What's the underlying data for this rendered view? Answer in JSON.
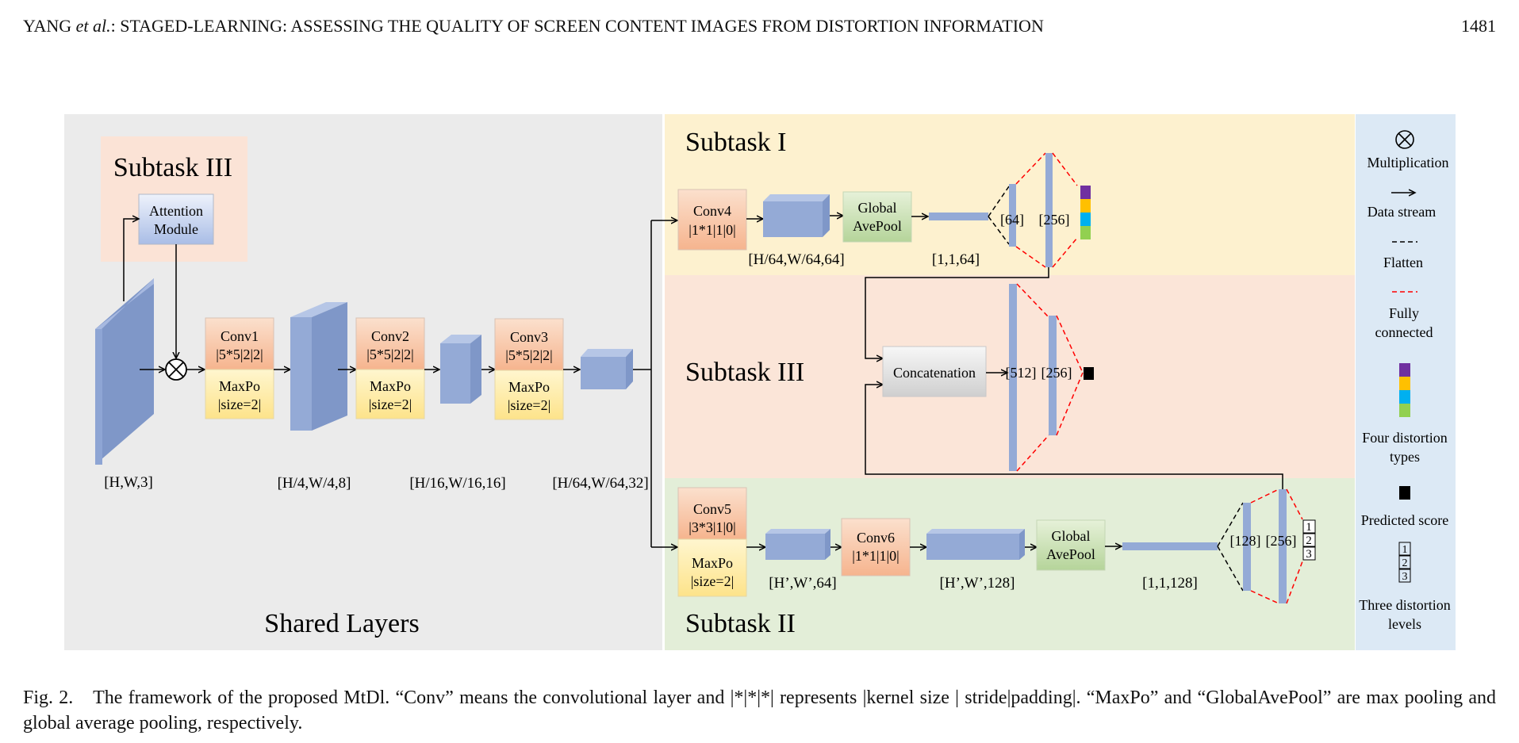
{
  "header": {
    "author": "YANG",
    "etal": "et al.",
    "title": ": STAGED-LEARNING: ASSESSING THE QUALITY OF SCREEN CONTENT IMAGES FROM DISTORTION INFORMATION",
    "page_number": "1481"
  },
  "figure": {
    "shared": {
      "title": "Shared Layers",
      "subtask3_inset_title": "Subtask III",
      "attention_line1": "Attention",
      "attention_line2": "Module",
      "conv1": "Conv1",
      "conv1_params": "|5*5|2|2|",
      "conv2": "Conv2",
      "conv2_params": "|5*5|2|2|",
      "conv3": "Conv3",
      "conv3_params": "|5*5|2|2|",
      "maxpo": "MaxPo",
      "maxpo_size": "|size=2|",
      "dim_input": "[H,W,3]",
      "dim_1": "[H/4,W/4,8]",
      "dim_2": "[H/16,W/16,16]",
      "dim_3": "[H/64,W/64,32]"
    },
    "subtask1": {
      "title": "Subtask I",
      "conv4": "Conv4",
      "conv4_params": "|1*1|1|0|",
      "dim_conv4": "[H/64,W/64,64]",
      "gap_line1": "Global",
      "gap_line2": "AvePool",
      "dim_gap": "[1,1,64]",
      "fc1": "[64]",
      "fc2": "[256]"
    },
    "subtask3": {
      "title": "Subtask III",
      "concat": "Concatenation",
      "fc1": "[512]",
      "fc2": "[256]"
    },
    "subtask2": {
      "title": "Subtask II",
      "conv5": "Conv5",
      "conv5_params": "|3*3|1|0|",
      "maxpo": "MaxPo",
      "maxpo_size": "|size=2|",
      "dim_conv5": "[H’,W’,64]",
      "conv6": "Conv6",
      "conv6_params": "|1*1|1|0|",
      "dim_conv6": "[H’,W’,128]",
      "gap_line1": "Global",
      "gap_line2": "AvePool",
      "dim_gap": "[1,1,128]",
      "fc1": "[128]",
      "fc2": "[256]",
      "levels": [
        "1",
        "2",
        "3"
      ]
    },
    "legend": {
      "multiplication": "Multiplication",
      "data_stream": "Data stream",
      "flatten": "Flatten",
      "fully_line1": "Fully",
      "fully_line2": "connected",
      "four_line1": "Four distortion",
      "four_line2": "types",
      "predicted": "Predicted score",
      "three_line1": "Three distortion",
      "three_line2": "levels",
      "levels": [
        "1",
        "2",
        "3"
      ],
      "distortion_colors": [
        "#7030a0",
        "#ffc000",
        "#00b0f0",
        "#92d050"
      ]
    },
    "colors": {
      "shared_bg": "#ebebeb",
      "subtask1_bg": "#fdf1cf",
      "subtask3_bg": "#fbe5d8",
      "subtask2_bg": "#e3eed8",
      "legend_bg": "#dce9f5",
      "block_blue": "#94aad6",
      "fc_red": "#ff0000"
    }
  },
  "caption": {
    "label": "Fig. 2.",
    "text": "The framework of the proposed MtDl. “Conv” means the convolutional layer and |*|*|*| represents |kernel size | stride|padding|. “MaxPo” and “GlobalAvePool” are max pooling and global average pooling, respectively."
  }
}
